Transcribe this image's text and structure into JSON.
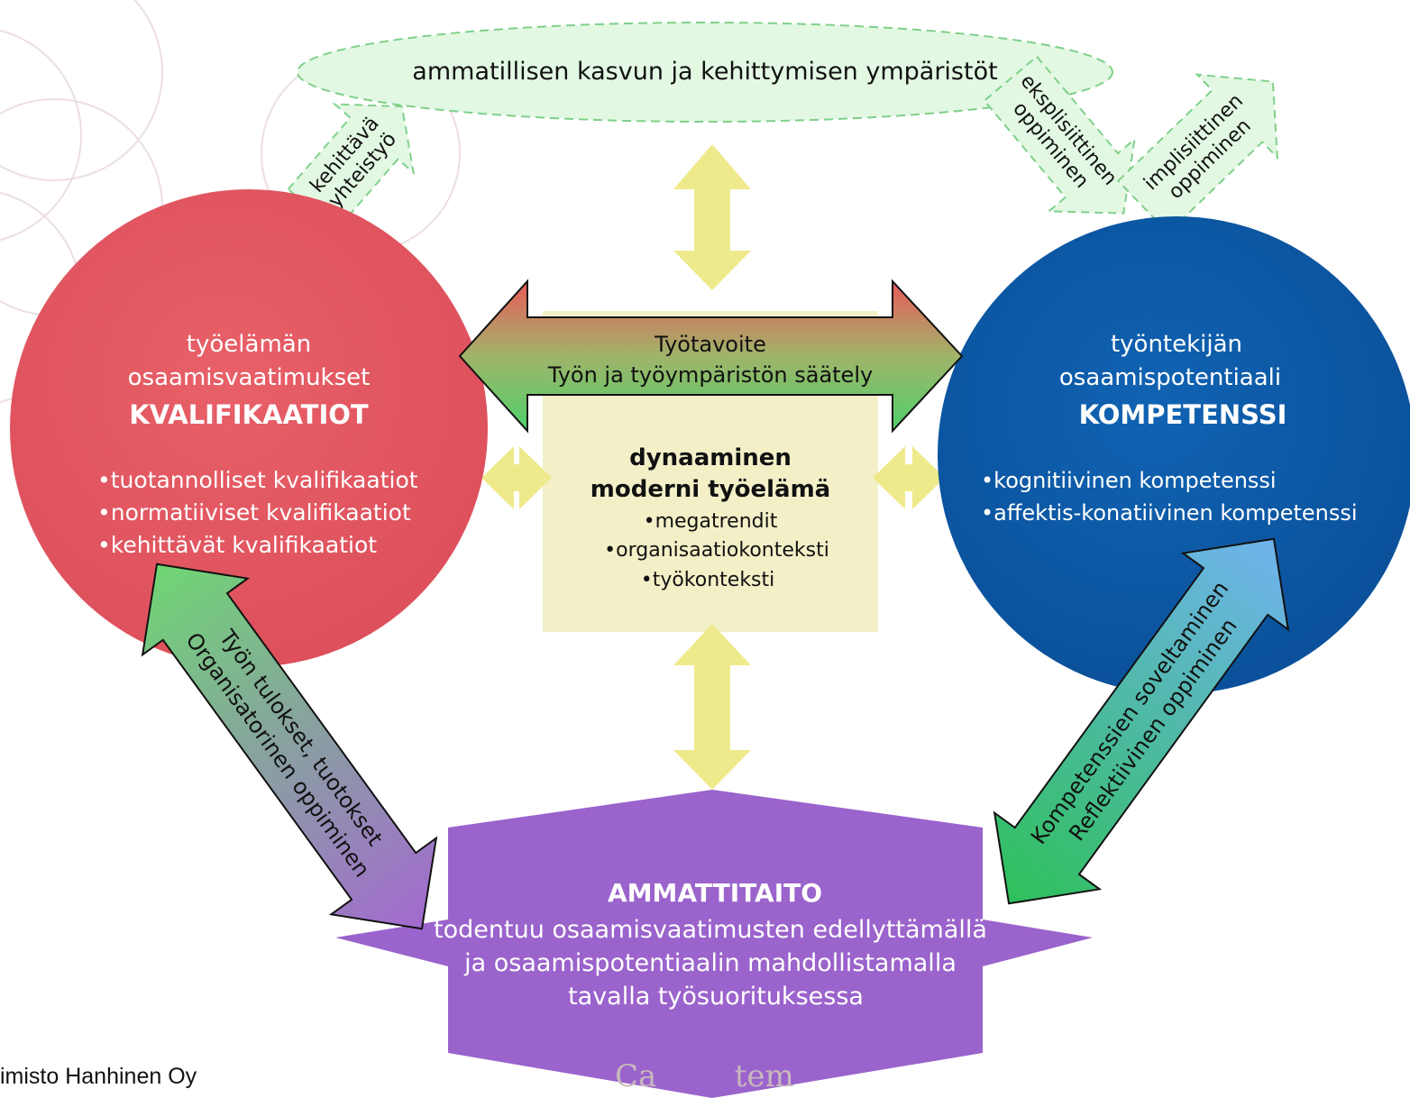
{
  "top_ellipse": {
    "label": "ammatillisen kasvun ja kehittymisen ympäristöt"
  },
  "left_small_arrow": {
    "line1": "kehittävä",
    "line2": "yhteistyö"
  },
  "right_small_arrow_a": {
    "line1": "eksplisiittinen",
    "line2": "oppiminen"
  },
  "right_small_arrow_b": {
    "line1": "implisiittinen",
    "line2": "oppiminen"
  },
  "left_circle": {
    "line1": "työelämän",
    "line2": "osaamisvaatimukset",
    "heading": "KVALIFIKAATIOT",
    "bullets": [
      "•tuotannolliset kvalifikaatiot",
      "•normatiiviset kvalifikaatiot",
      "•kehittävät kvalifikaatiot"
    ]
  },
  "right_circle": {
    "line1": "työntekijän",
    "line2": "osaamispotentiaali",
    "heading": "KOMPETENSSI",
    "bullets": [
      "•kognitiivinen kompetenssi",
      "•affektis-konatiivinen kompetenssi"
    ]
  },
  "center_arrow": {
    "line1": "Työtavoite",
    "line2": "Työn ja työympäristön säätely"
  },
  "center_box": {
    "heading1": "dynaaminen",
    "heading2": "moderni työelämä",
    "bullets": [
      "•megatrendit",
      "•organisaatiokonteksti",
      "•työkonteksti"
    ]
  },
  "bottom_star": {
    "heading": "AMMATTITAITO",
    "lines": [
      "todentuu osaamisvaatimusten edellyttämällä",
      "ja osaamispotentiaalin mahdollistamalla",
      "tavalla työsuorituksessa"
    ]
  },
  "left_diag_arrow": {
    "line1": "Työn tulokset, tuotokset",
    "line2": "Organisatorinen oppiminen"
  },
  "right_diag_arrow": {
    "line1": "Kompetenssien soveltaminen",
    "line2": "Reflektiivinen oppiminen"
  },
  "footer": {
    "credit": "imisto Hanhinen Oy",
    "watermark": "Ca        tem"
  },
  "colors": {
    "red_circle": "#e05560",
    "blue_circle": "#0d56a4",
    "center_box": "#f3f0c8",
    "yellow_arrow": "#eeea8c",
    "purple_star": "#9b63cc",
    "green_light": "#e3f8e3",
    "green_dash": "#7fd08a"
  }
}
